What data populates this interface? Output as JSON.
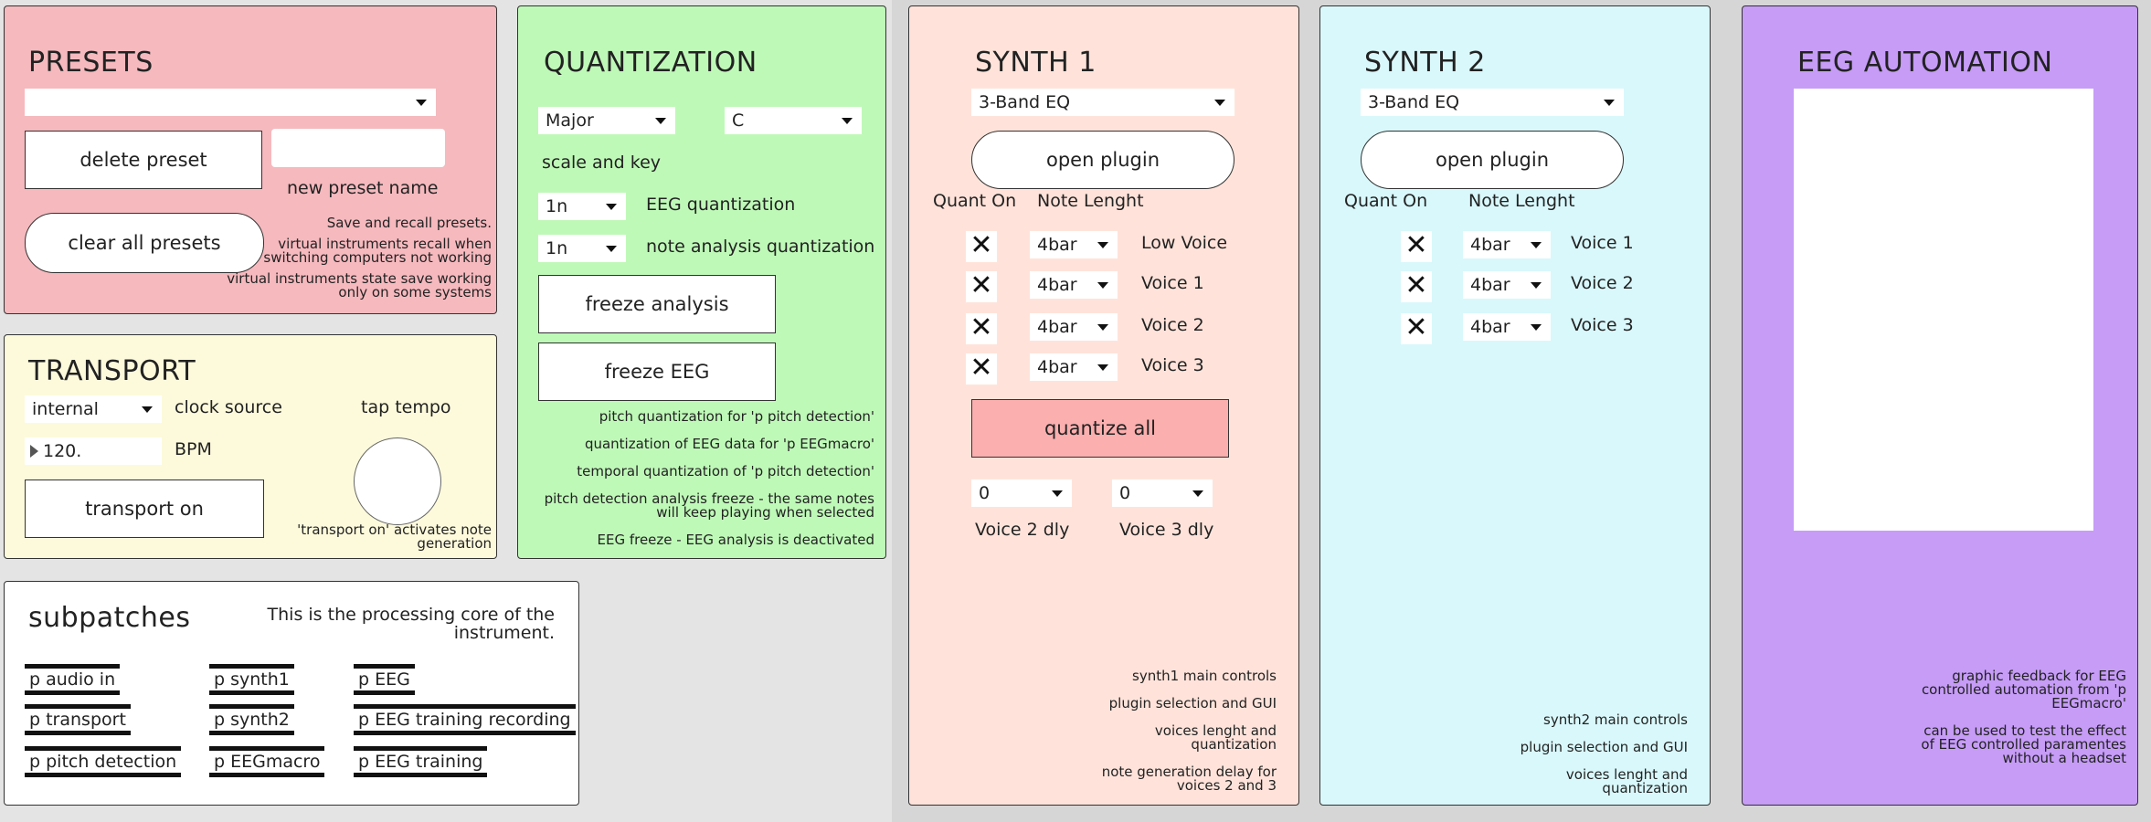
{
  "colors": {
    "presets_bg": "#f5b9be",
    "transport_bg": "#fdfadc",
    "subpatches_bg": "#ffffff",
    "quant_bg": "#bff9b8",
    "synth1_bg": "#ffe3da",
    "synth2_bg": "#d9f8fb",
    "eeg_bg": "#c69cf7",
    "quantize_btn": "#fbafaf",
    "workspace": "#e4e4e4"
  },
  "presets": {
    "title": "PRESETS",
    "dropdown_value": "",
    "delete_label": "delete preset",
    "name_input_value": "",
    "name_label": "new preset name",
    "clear_label": "clear all presets",
    "comments": [
      "Save and recall presets.",
      "virtual instruments recall when",
      "switching computers not working",
      "virtual instruments state save working",
      "only on some systems"
    ]
  },
  "transport": {
    "title": "TRANSPORT",
    "clock_value": "internal",
    "clock_label": "clock source",
    "tap_label": "tap tempo",
    "bpm_value": "120.",
    "bpm_label": "BPM",
    "toggle_label": "transport on",
    "comments": [
      "'transport on' activates note",
      "generation"
    ]
  },
  "subpatches": {
    "title": "subpatches",
    "description": [
      "This is the processing core of the",
      "instrument."
    ],
    "items": [
      "p audio in",
      "p transport",
      "p pitch detection",
      "p synth1",
      "p synth2",
      "p EEGmacro",
      "p EEG",
      "p EEG training recording",
      "p EEG training"
    ]
  },
  "quantization": {
    "title": "QUANTIZATION",
    "scale_value": "Major",
    "key_value": "C",
    "scale_key_label": "scale and key",
    "eeg_q_value": "1n",
    "eeg_q_label": "EEG quantization",
    "note_q_value": "1n",
    "note_q_label": "note analysis quantization",
    "freeze_analysis_label": "freeze analysis",
    "freeze_eeg_label": "freeze EEG",
    "comments": [
      "pitch quantization for 'p pitch detection'",
      "quantization of EEG data for 'p EEGmacro'",
      "temporal quantization of 'p pitch detection'",
      "pitch detection analysis freeze - the same notes",
      "will keep playing when selected",
      "EEG freeze - EEG analysis is deactivated"
    ]
  },
  "synth1": {
    "title": "SYNTH 1",
    "plugin_value": "3-Band EQ",
    "open_label": "open plugin",
    "quant_on_label": "Quant On",
    "note_length_label": "Note Lenght",
    "toggle_symbol": "✕",
    "voices": [
      {
        "length": "4bar",
        "name": "Low Voice"
      },
      {
        "length": "4bar",
        "name": "Voice 1"
      },
      {
        "length": "4bar",
        "name": "Voice 2"
      },
      {
        "length": "4bar",
        "name": "Voice 3"
      }
    ],
    "quantize_all_label": "quantize all",
    "v2_delay_value": "0",
    "v3_delay_value": "0",
    "v2_delay_label": "Voice 2 dly",
    "v3_delay_label": "Voice 3 dly",
    "comments": [
      "synth1 main controls",
      "plugin selection and GUI",
      "voices lenght and",
      "quantization",
      "note generation delay for",
      "voices 2 and 3"
    ]
  },
  "synth2": {
    "title": "SYNTH 2",
    "plugin_value": "3-Band EQ",
    "open_label": "open plugin",
    "quant_on_label": "Quant On",
    "note_length_label": "Note Lenght",
    "toggle_symbol": "✕",
    "voices": [
      {
        "length": "4bar",
        "name": "Voice 1"
      },
      {
        "length": "4bar",
        "name": "Voice 2"
      },
      {
        "length": "4bar",
        "name": "Voice 3"
      }
    ],
    "comments": [
      "synth2 main controls",
      "plugin selection and GUI",
      "voices lenght and",
      "quantization"
    ]
  },
  "eeg_automation": {
    "title": "EEG AUTOMATION",
    "comments": [
      "graphic feedback for EEG",
      "controlled automation from 'p",
      "EEGmacro'",
      "can be used to test the effect",
      "of EEG controlled paramentes",
      "without a headset"
    ]
  }
}
